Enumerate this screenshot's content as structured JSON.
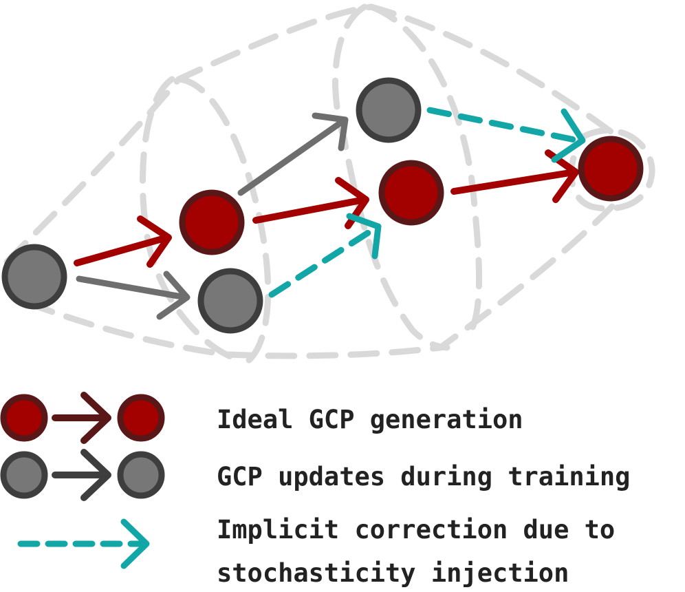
{
  "colors": {
    "ideal_fill": "#a30000",
    "ideal_stroke": "#5a1717",
    "ideal_arrow": "#a30000",
    "legend_ideal_arrow": "#5a1717",
    "gray_fill": "#777777",
    "gray_stroke": "#3e3e3e",
    "gray_arrow": "#6e6e6e",
    "legend_gray_arrow": "#3e3e3e",
    "teal": "#13a6a6",
    "envelope": "#d9d9d9"
  },
  "legend": {
    "ideal": "Ideal GCP generation",
    "training": "GCP updates during training",
    "correction_line1": "Implicit correction due to",
    "correction_line2": "stochasticity injection"
  }
}
